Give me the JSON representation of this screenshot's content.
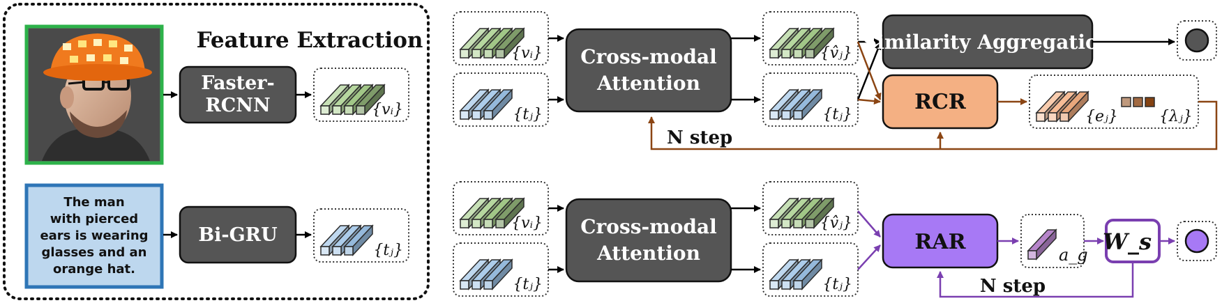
{
  "extraction": {
    "title": "Feature Extraction",
    "image_encoder": [
      "Faster-",
      "RCNN"
    ],
    "text_encoder": "Bi-GRU",
    "caption_lines": [
      "The man",
      "with pierced",
      "ears is wearing",
      "glasses and an",
      "orange hat."
    ],
    "img_feat": "{vᵢ}",
    "txt_feat": "{tⱼ}"
  },
  "top": {
    "in_img": "{vᵢ}",
    "in_txt": "{tⱼ}",
    "attention": [
      "Cross-modal",
      "Attention"
    ],
    "out_img": "{v̂ⱼ}",
    "out_txt": "{tⱼ}",
    "aggregation": "Similarity Aggregation",
    "module": "RCR",
    "feat_e": "{eⱼ}",
    "feat_lambda": "{λⱼ}",
    "loop": "N step"
  },
  "bottom": {
    "in_img": "{vᵢ}",
    "in_txt": "{tⱼ}",
    "attention": [
      "Cross-modal",
      "Attention"
    ],
    "out_img": "{v̂ⱼ}",
    "out_txt": "{tⱼ}",
    "module": "RAR",
    "feat_a": "a_g",
    "weight": "W_s",
    "loop": "N step"
  },
  "colors": {
    "dark_box": "#555555",
    "rcr": "#f4b083",
    "rar": "#a779f5",
    "loop_brown": "#8b4513",
    "loop_purple": "#7a3fb0",
    "photo_border": "#2db24a",
    "caption_border": "#2e75b6",
    "caption_fill": "#bdd7ee",
    "green_slab": "#a9d08e",
    "blue_slab": "#9dc3e6",
    "orange_slab": "#f4b083",
    "purple_slab": "#8e44ad"
  }
}
